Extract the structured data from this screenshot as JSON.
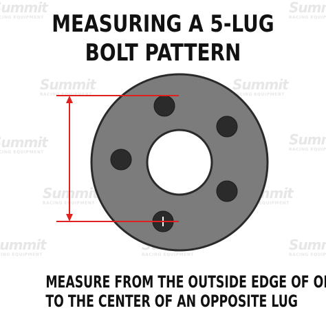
{
  "title": {
    "line1": "MEASURING A 5-LUG",
    "line2": "BOLT PATTERN"
  },
  "caption": {
    "line1": "MEASURE FROM THE OUTSIDE EDGE OF ONE LUG",
    "line2": "TO THE CENTER OF AN OPPOSITE LUG"
  },
  "watermark": {
    "brand": "Summit",
    "sub": "RACING EQUIPMENT"
  },
  "colors": {
    "background": "#ffffff",
    "hub_fill": "#7c7c7c",
    "hub_stroke": "#2a2a2a",
    "center_bore_fill": "#ffffff",
    "lug_hole_fill": "#2b2b2b",
    "measure_line": "#e0201c",
    "text": "#111111"
  },
  "icons": {
    "center_marker": "crosshair-icon"
  }
}
